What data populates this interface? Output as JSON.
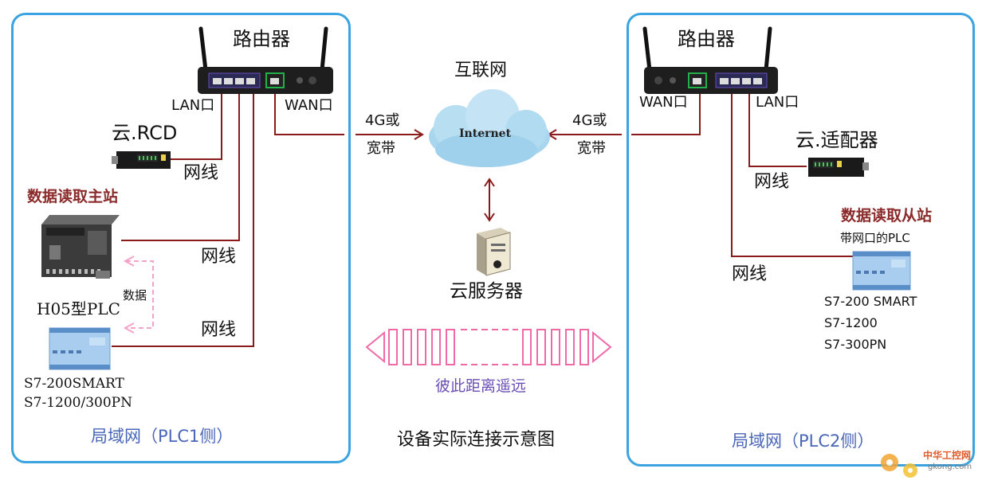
{
  "left_panel": {
    "router_label": "路由器",
    "lan_label": "LAN口",
    "wan_label": "WAN口",
    "rcd_label": "云.RCD",
    "wire1_label": "网线",
    "master_title": "数据读取主站",
    "wire2_label": "网线",
    "data_label": "数据",
    "h05_label": "H05型PLC",
    "wire3_label": "网线",
    "plc_model_1": "S7-200SMART",
    "plc_model_2": "S7-1200/300PN",
    "footer": "局域网（PLC1侧）"
  },
  "center": {
    "internet_title": "互联网",
    "cloud_text": "Internet",
    "left_link_1": "4G或",
    "left_link_2": "宽带",
    "right_link_1": "4G或",
    "right_link_2": "宽带",
    "server_label": "云服务器",
    "distance_label": "彼此距离遥远",
    "caption": "设备实际连接示意图"
  },
  "right_panel": {
    "router_label": "路由器",
    "wan_label": "WAN口",
    "lan_label": "LAN口",
    "adapter_label": "云.适配器",
    "wire1_label": "网线",
    "slave_title": "数据读取从站",
    "slave_sub": "带网口的PLC",
    "wire2_label": "网线",
    "plc_model_1": "S7-200 SMART",
    "plc_model_2": "S7-1200",
    "plc_model_3": "S7-300PN",
    "footer": "局域网（PLC2侧）"
  },
  "watermark": {
    "text": "中华工控网",
    "sub": "gkong.com"
  },
  "colors": {
    "panel_border": "#3aa3e0",
    "wire": "#8b1a1a",
    "arrow_pink": "#f06aa8",
    "label_blue": "#4a66b8"
  }
}
